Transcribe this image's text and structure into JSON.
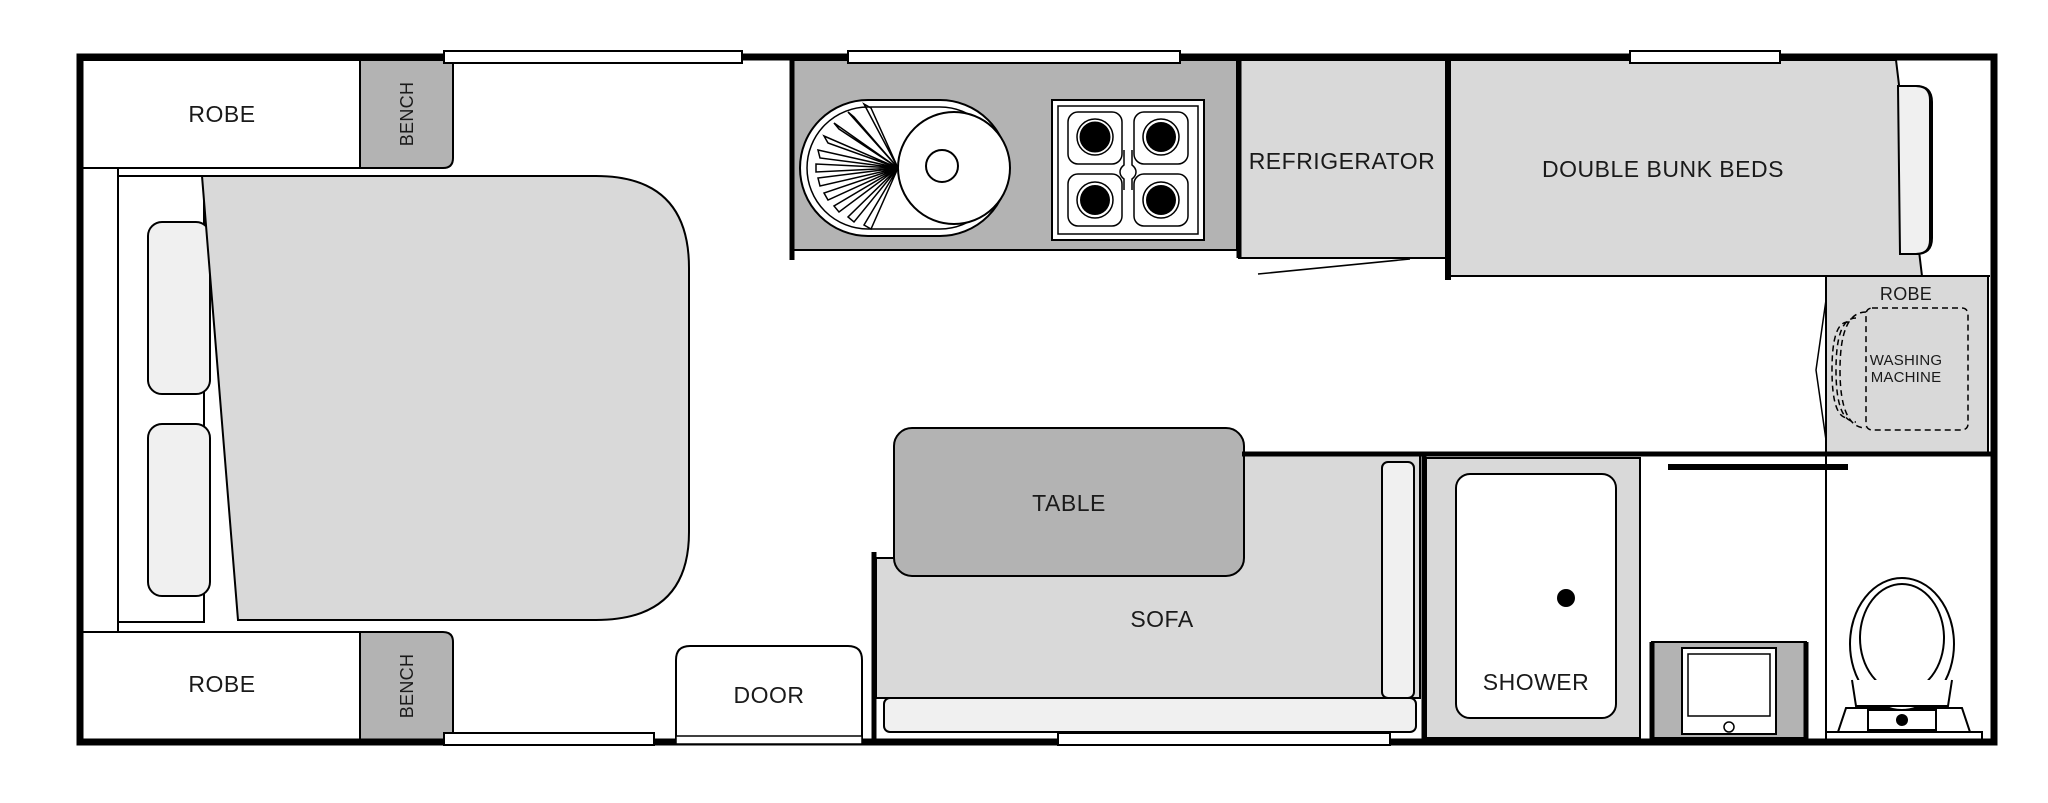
{
  "labels": {
    "robe_top": "ROBE",
    "bench_top": "BENCH",
    "refrigerator": "REFRIGERATOR",
    "double_bunk_beds": "DOUBLE BUNK BEDS",
    "robe_right": "ROBE",
    "washing_machine_line1": "WASHING",
    "washing_machine_line2": "MACHINE",
    "table": "TABLE",
    "sofa": "SOFA",
    "shower": "SHOWER",
    "door": "DOOR",
    "robe_bottom": "ROBE",
    "bench_bottom": "BENCH"
  },
  "colors": {
    "wall": "#000000",
    "furniture_light": "#d9d9d9",
    "furniture_mid": "#b3b3b3",
    "pillow": "#f0f0f0",
    "window": "#ffffff"
  }
}
